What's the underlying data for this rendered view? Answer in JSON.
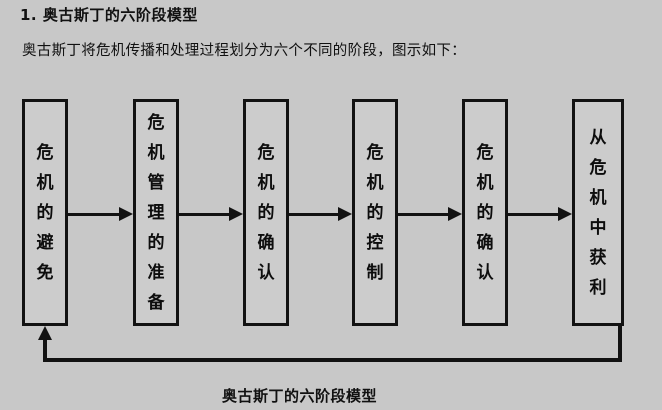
{
  "page": {
    "background_color": "#c8c8c8",
    "ink_color": "#121212"
  },
  "heading": "1. 奥古斯丁的六阶段模型",
  "intro": "奥古斯丁将危机传播和处理过程划分为六个不同的阶段，图示如下：",
  "diagram": {
    "caption": "奥古斯丁的六阶段模型",
    "orientation": "horizontal-flow-with-feedback-loop",
    "stages": [
      {
        "index": 1,
        "label": "危机的避免",
        "chars": [
          "危",
          "机",
          "的",
          "避",
          "免"
        ]
      },
      {
        "index": 2,
        "label": "危机管理的准备",
        "chars": [
          "危",
          "机",
          "管",
          "理",
          "的",
          "准",
          "备"
        ]
      },
      {
        "index": 3,
        "label": "危机的确认",
        "chars": [
          "危",
          "机",
          "的",
          "确",
          "认"
        ]
      },
      {
        "index": 4,
        "label": "危机的控制",
        "chars": [
          "危",
          "机",
          "的",
          "控",
          "制"
        ]
      },
      {
        "index": 5,
        "label": "危机的确认",
        "chars": [
          "危",
          "机",
          "的",
          "确",
          "认"
        ]
      },
      {
        "index": 6,
        "label": "从危机中获利",
        "chars": [
          "从",
          "危",
          "机",
          "中",
          "获",
          "利"
        ]
      }
    ],
    "connectors": [
      {
        "from": 1,
        "to": 2,
        "kind": "arrow-right"
      },
      {
        "from": 2,
        "to": 3,
        "kind": "arrow-right"
      },
      {
        "from": 3,
        "to": 4,
        "kind": "arrow-right"
      },
      {
        "from": 4,
        "to": 5,
        "kind": "arrow-right"
      },
      {
        "from": 5,
        "to": 6,
        "kind": "arrow-right"
      },
      {
        "from": 6,
        "to": 1,
        "kind": "feedback-loop-arrow-up"
      }
    ]
  }
}
